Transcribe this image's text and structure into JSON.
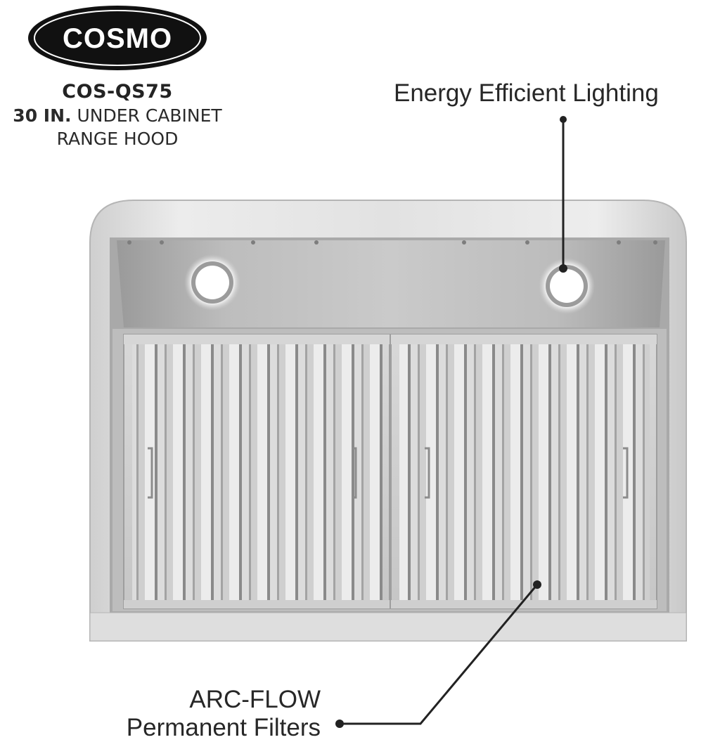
{
  "brand": {
    "logo_text": "COSMO",
    "logo_bg": "#111111",
    "logo_fg": "#ffffff"
  },
  "product": {
    "model": "COS-QS75",
    "size": "30 IN.",
    "description_line1": "UNDER CABINET",
    "description_line2": "RANGE HOOD"
  },
  "callouts": {
    "lighting": "Energy Efficient Lighting",
    "filters_line1": "ARC-FLOW",
    "filters_line2": "Permanent Filters"
  },
  "colors": {
    "steel_light": "#e6e6e6",
    "steel_mid": "#c4c4c4",
    "steel_dark": "#8c8c8c",
    "text": "#272727"
  }
}
